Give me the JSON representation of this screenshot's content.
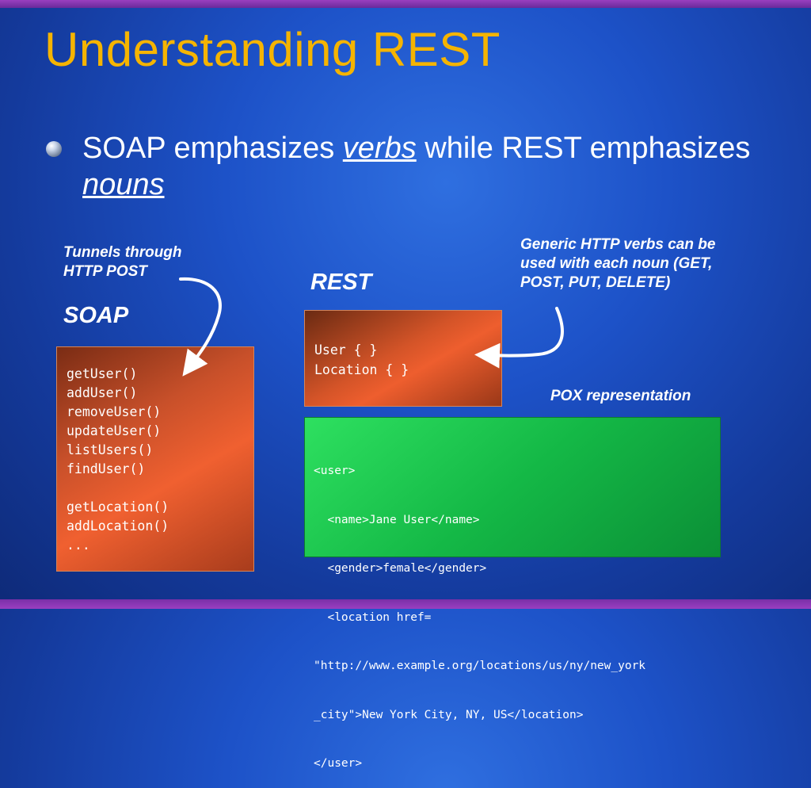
{
  "slide": {
    "title": "Understanding REST",
    "bullet": {
      "part1": "SOAP emphasizes ",
      "em1": "verbs",
      "part2": " while REST emphasizes ",
      "em2": "nouns"
    }
  },
  "soap": {
    "note_line1": "Tunnels through",
    "note_line2": "HTTP POST",
    "label": "SOAP",
    "methods": [
      "getUser()",
      "addUser()",
      "removeUser()",
      "updateUser()",
      "listUsers()",
      "findUser()",
      "",
      "getLocation()",
      "addLocation()",
      "..."
    ]
  },
  "rest": {
    "label": "REST",
    "note_line1": "Generic HTTP verbs can be",
    "note_line2": "used with each noun (GET,",
    "note_line3": "POST, PUT, DELETE)",
    "nouns": [
      "User { }",
      "Location { }"
    ]
  },
  "pox": {
    "label": "POX representation",
    "lines": [
      "<user>",
      "  <name>Jane User</name>",
      "  <gender>female</gender>",
      "  <location href=",
      "\"http://www.example.org/locations/us/ny/new_york",
      "_city\">New York City, NY, US</location>",
      "</user>"
    ]
  },
  "colors": {
    "title": "#f5b400",
    "soap_box": "#e85a2c",
    "rest_box": "#e85a2c",
    "pox_box": "#18c04c"
  }
}
